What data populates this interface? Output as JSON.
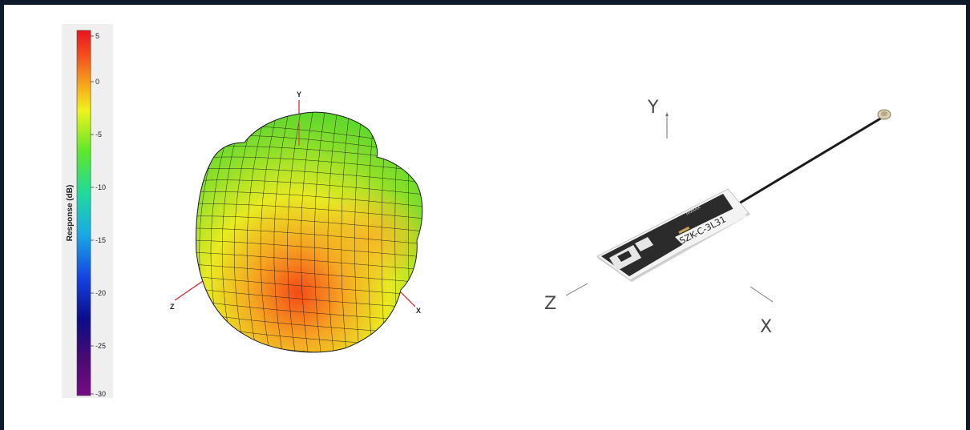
{
  "colorbar": {
    "label": "Response (dB)",
    "ticks": [
      "5",
      "0",
      "-5",
      "-10",
      "-15",
      "-20",
      "-25",
      "-30"
    ],
    "range": [
      -30,
      5
    ]
  },
  "pattern_axes": {
    "y": "Y",
    "z": "Z",
    "x": "X"
  },
  "antenna_axes": {
    "y": "Y",
    "z": "Z",
    "x": "X"
  },
  "antenna": {
    "part_label": "SZK-C-3L31",
    "date_code": "YYWW"
  }
}
